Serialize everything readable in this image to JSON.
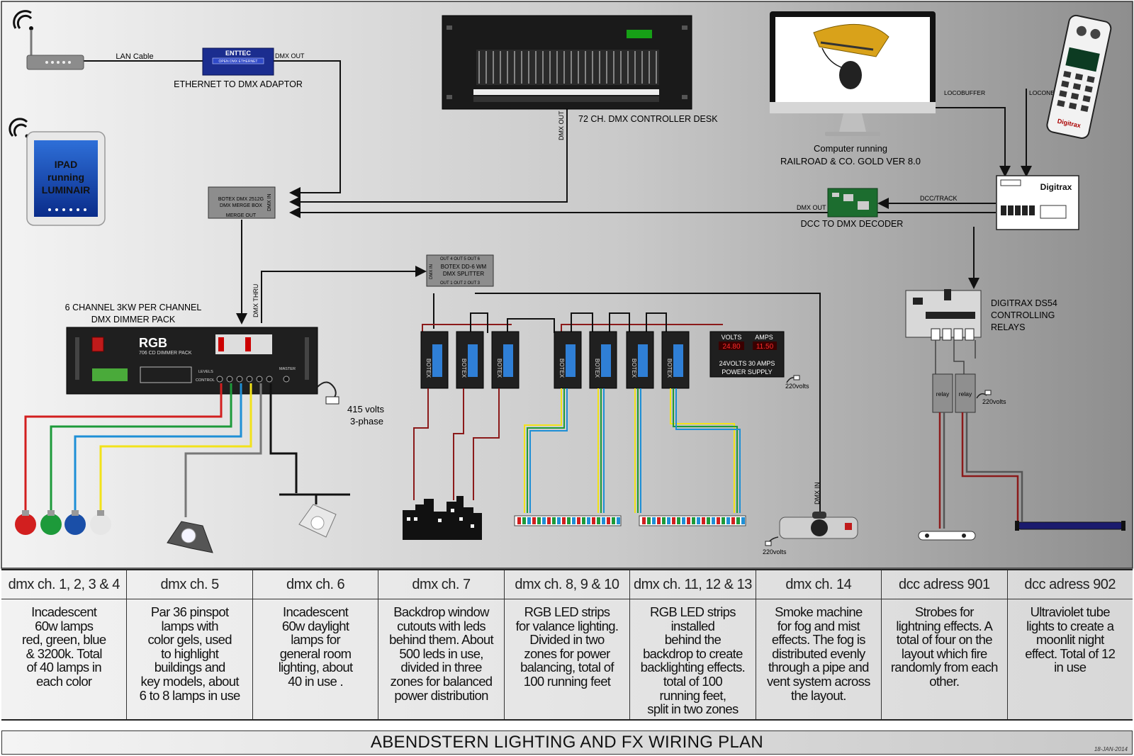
{
  "labels": {
    "lan_cable": "LAN Cable",
    "dmx_out_enttec": "DMX OUT",
    "enttec_brand": "ENTTEC",
    "enttec_sub": "OPEN DMX ETHERNET",
    "ethernet_adaptor": "ETHERNET TO DMX ADAPTOR",
    "controller_desk": "72 CH. DMX CONTROLLER DESK",
    "controller_dmx_out": "DMX OUT",
    "computer_line1": "Computer running",
    "computer_line2": "RAILROAD & CO.  GOLD VER 8.0",
    "locobuffer": "LOCOBUFFER",
    "loconet": "LOCONET",
    "ipad_line1": "IPAD",
    "ipad_line2": "running",
    "ipad_line3": "LUMINAIR",
    "merge_line1": "BOTEX DMX 2512G",
    "merge_line2": "DMX MERGE BOX",
    "merge_out": "MERGE OUT",
    "dmx_in": "DMX IN",
    "dcc_track": "DCC/TRACK",
    "decoder_dmx_out": "DMX OUT",
    "dcc_decoder": "DCC TO DMX DECODER",
    "digitrax_brand": "Digitrax",
    "splitter_top": "OUT 4  OUT 5  OUT 6",
    "splitter_line1": "BOTEX DD-6 WM",
    "splitter_line2": "DMX SPLITTER",
    "splitter_bottom": "OUT 1  OUT 2  OUT 3",
    "splitter_dmx_in": "DMX IN",
    "ds54_line1": "DIGITRAX DS54",
    "ds54_line2": "CONTROLLING",
    "ds54_line3": "RELAYS",
    "dimmer_line1": "6 CHANNEL 3KW PER CHANNEL",
    "dimmer_line2": "DMX DIMMER PACK",
    "dimmer_brand": "RGB",
    "dimmer_model": "706 CD DIMMER PACK",
    "dimmer_levels": "LEVELS",
    "dimmer_control": "CONTROL",
    "dimmer_master": "MASTER",
    "dmx_thru": "DMX THRU",
    "volts_415": "415 volts",
    "phase_3": "3-phase",
    "botex_label": "BOTEX",
    "volts_header": "VOLTS",
    "amps_header": "AMPS",
    "volts_value": "24.80",
    "amps_value": "11.50",
    "psu_line1": "24VOLTS 30 AMPS",
    "psu_line2": "POWER SUPPLY",
    "v220_psu": "220volts",
    "v220_relay": "220volts",
    "v220_smoke": "220volts",
    "relay1": "relay",
    "relay2": "relay",
    "smoke_dmx_in": "DMX IN"
  },
  "table": [
    {
      "header": "dmx ch. 1, 2, 3 & 4",
      "lines": [
        "Incadescent",
        "60w  lamps",
        "red, green, blue",
        "& 3200k. Total",
        "of 40 lamps in",
        "each color"
      ]
    },
    {
      "header": "dmx ch. 5",
      "lines": [
        "Par 36  pinspot",
        "lamps with",
        "color gels, used",
        "to highlight",
        "buildings and",
        "key models, about",
        "6 to 8 lamps in use"
      ]
    },
    {
      "header": "dmx ch. 6",
      "lines": [
        "Incadescent",
        "60w  daylight",
        "lamps for",
        "general room",
        "lighting, about",
        "40 in use ."
      ]
    },
    {
      "header": "dmx ch. 7",
      "lines": [
        "Backdrop window",
        "cutouts with leds",
        "behind them. About",
        "500 leds in use,",
        "divided in three",
        "zones for balanced",
        "power distribution"
      ]
    },
    {
      "header": "dmx ch. 8, 9 & 10",
      "lines": [
        "RGB LED strips",
        "for valance lighting.",
        "Divided in two",
        "zones for power",
        "balancing, total of",
        "100 running feet"
      ]
    },
    {
      "header": "dmx ch. 11, 12 & 13",
      "lines": [
        "RGB LED strips",
        "installed",
        "behind the",
        "backdrop to create",
        "backlighting effects.",
        "total of 100",
        "running feet,",
        "split in two zones"
      ]
    },
    {
      "header": "dmx ch. 14",
      "lines": [
        "Smoke machine",
        "for fog and mist",
        "effects. The fog is",
        "distributed evenly",
        "through a pipe and",
        "vent  system across",
        "the layout."
      ]
    },
    {
      "header": "dcc adress 901",
      "lines": [
        "Strobes for",
        "lightning effects. A",
        "total of four on the",
        "layout which fire",
        "randomly from each",
        "other."
      ]
    },
    {
      "header": "dcc adress 902",
      "lines": [
        "Ultraviolet tube",
        "lights to create a",
        "moonlit night",
        "effect. Total of 12",
        "in use"
      ]
    }
  ],
  "footer": {
    "title": "ABENDSTERN LIGHTING AND FX WIRING PLAN",
    "date": "18-JAN-2014"
  },
  "colors": {
    "wire_red": "#d21f1f",
    "wire_green": "#1d9a3a",
    "wire_blue": "#1e8fd6",
    "wire_yellow": "#f2e21a",
    "wire_gray": "#777777",
    "wire_black": "#111111",
    "background_dark": "#cfcfcf",
    "background_light": "#ffffff"
  }
}
